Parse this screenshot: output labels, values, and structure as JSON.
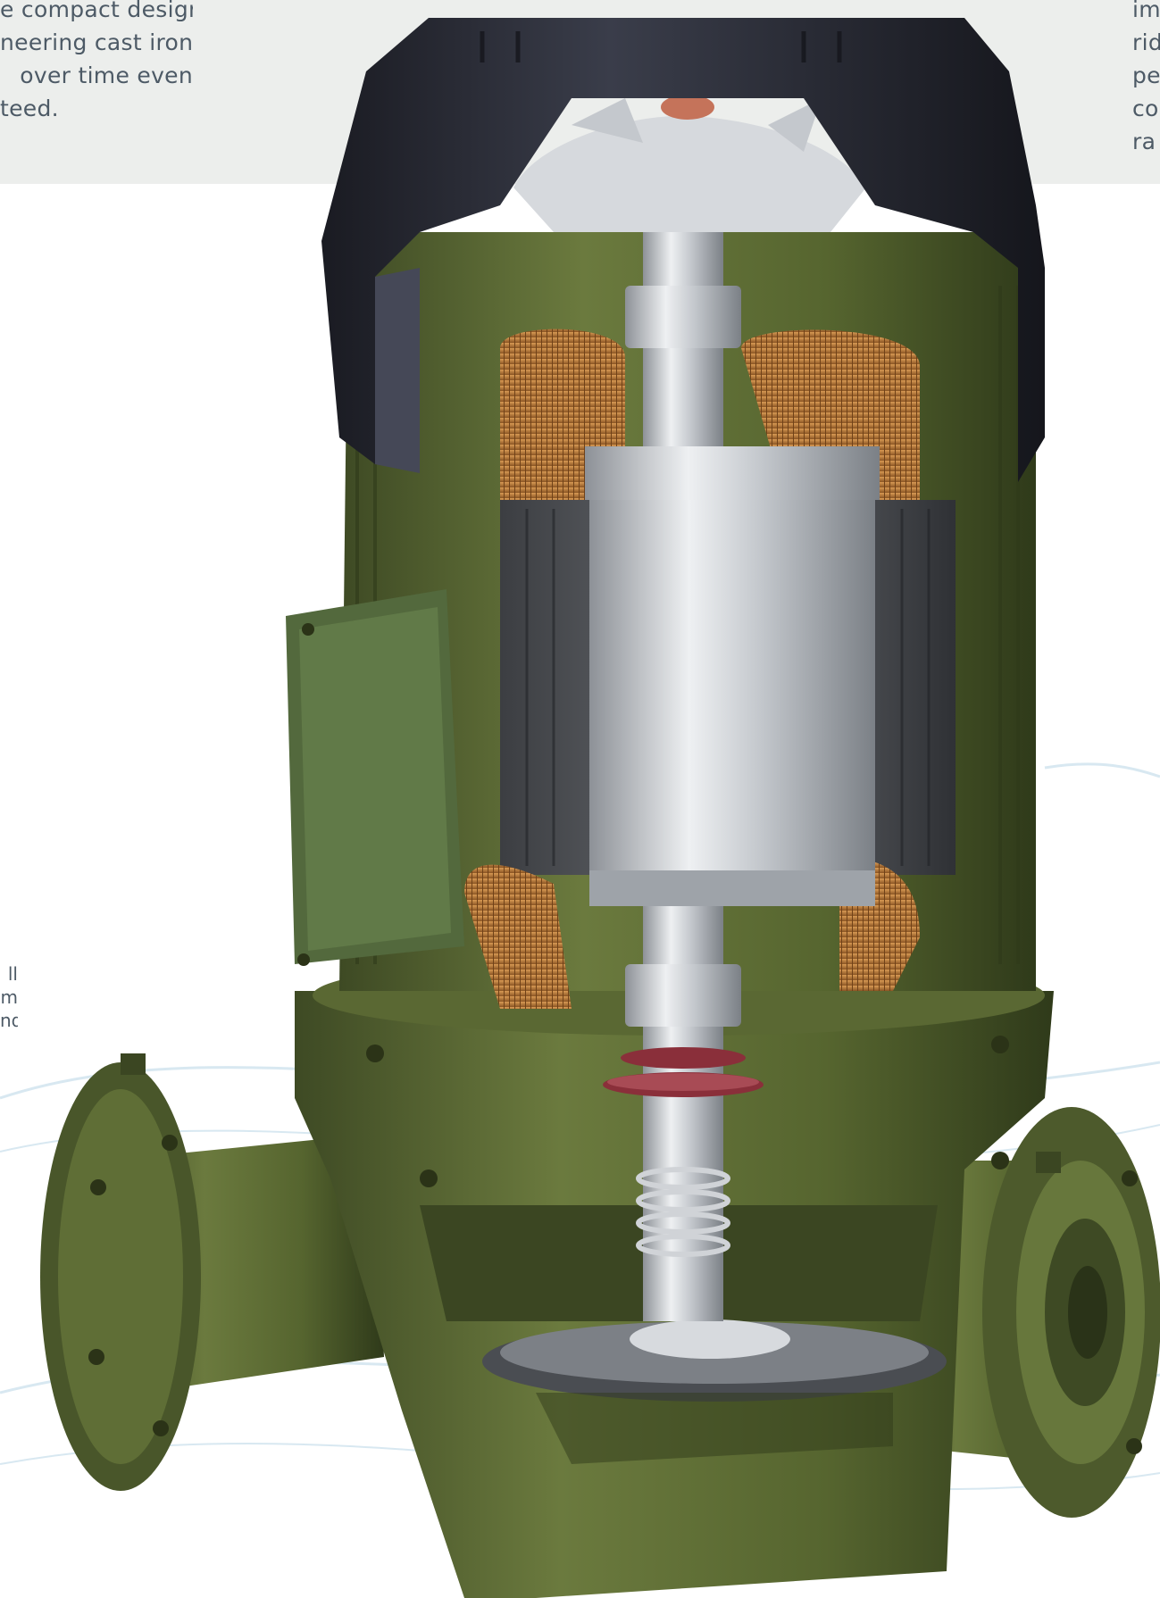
{
  "intro_left": {
    "lines": [
      "e compact design",
      "neering cast iron",
      " over time even",
      "teed."
    ]
  },
  "intro_right": {
    "lines": [
      "im",
      "rid",
      "pe",
      "co",
      "ra"
    ]
  },
  "caption_left": {
    "lines": [
      "ll",
      "m",
      "nd"
    ]
  },
  "illustration": {
    "subject": "pump-cutaway",
    "colors": {
      "band": "#eceeec",
      "text": "#4d5a66",
      "casing_green": "#5c6a35",
      "casing_dark": "#3b4622",
      "cap_dark": "#23252f",
      "copper": "#b7793a",
      "steel": "#c9ccd0",
      "seal_red": "#8a2f3a",
      "swirl": "#a9cbe0"
    }
  }
}
